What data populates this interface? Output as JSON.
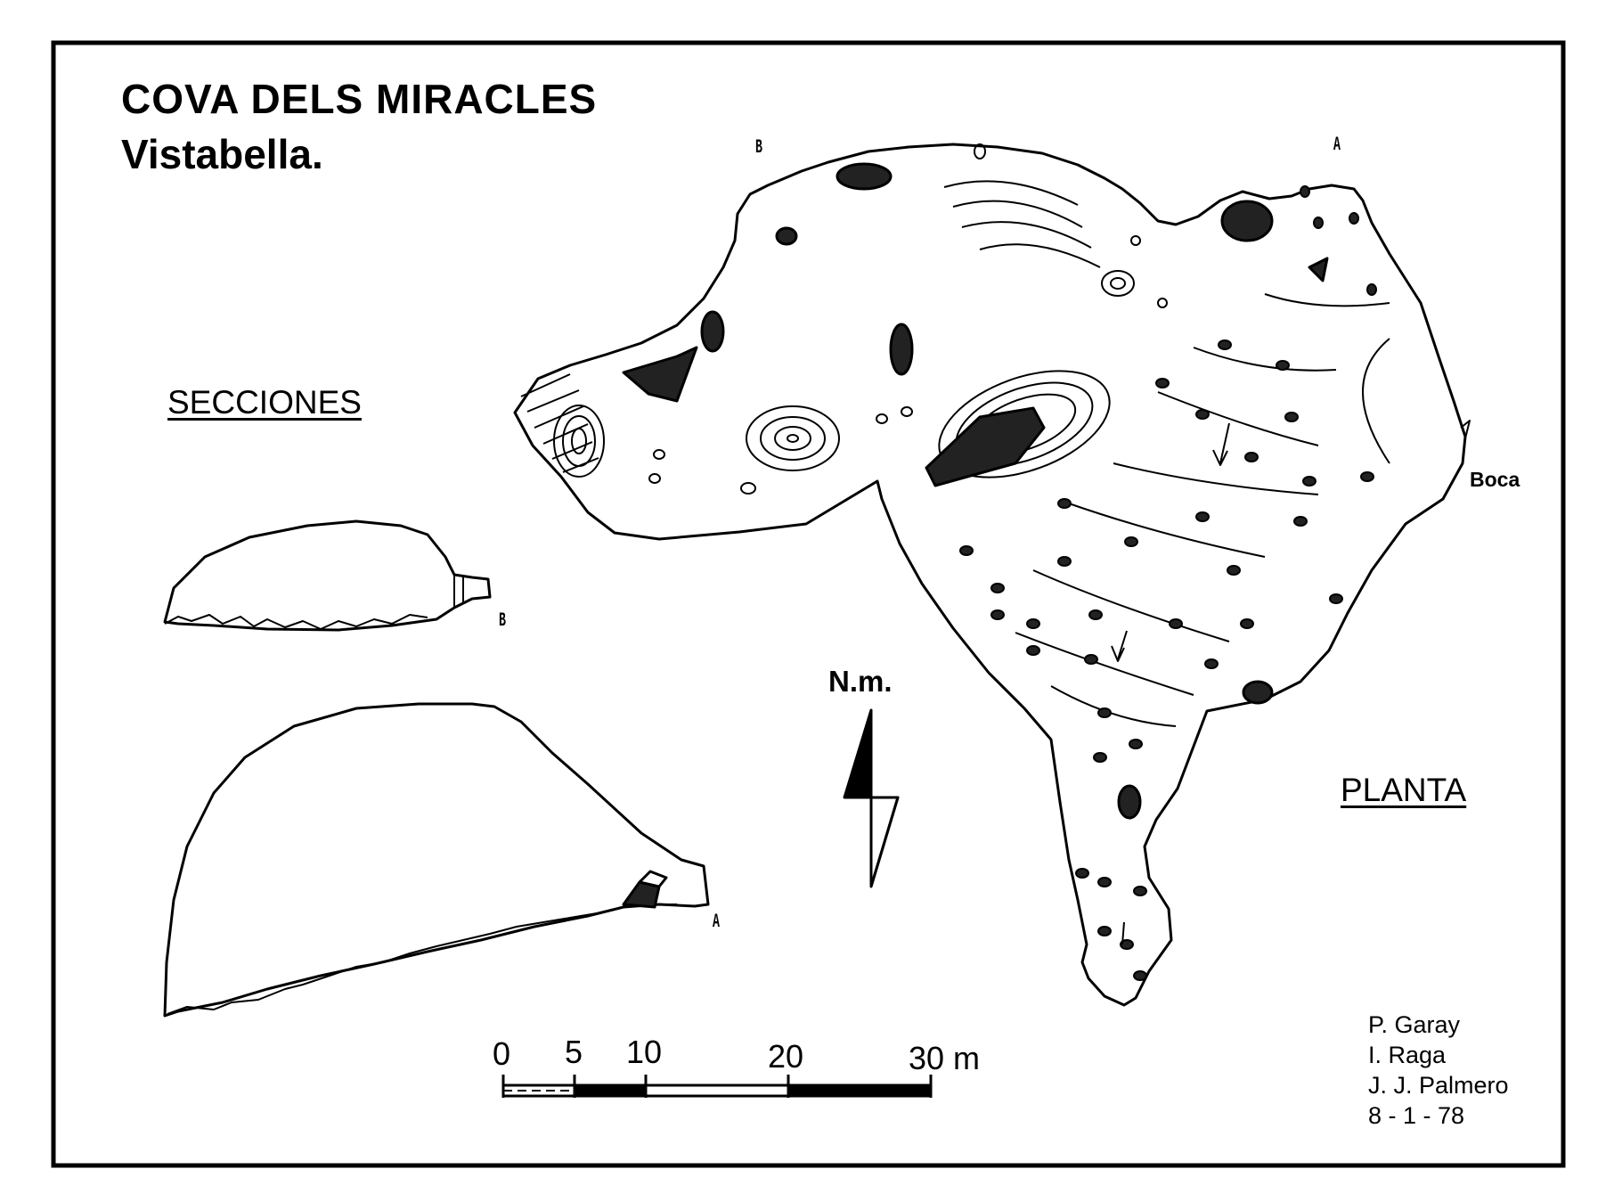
{
  "title": "COVA DELS MIRACLES",
  "subtitle": "Vistabella.",
  "labels": {
    "secciones": "SECCIONES",
    "planta": "PLANTA",
    "boca": "Boca",
    "north": "N.m.",
    "section_b": "B",
    "section_a": "A"
  },
  "scale": {
    "ticks": [
      "0",
      "5",
      "10",
      "20",
      "30 m"
    ]
  },
  "credits": [
    "P. Garay",
    "I. Raga",
    "J. J. Palmero",
    "8 - 1 - 78"
  ],
  "colors": {
    "ink": "#000000",
    "paper": "#ffffff"
  }
}
